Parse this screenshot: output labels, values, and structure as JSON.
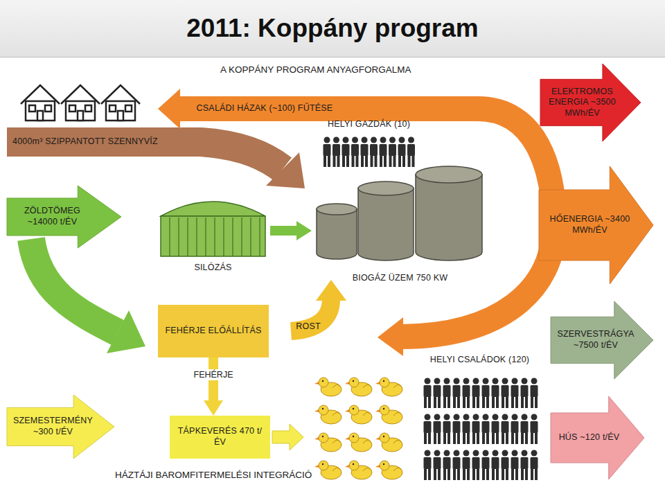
{
  "diagram": {
    "title": "2011: Koppány program",
    "nodes": [
      {
        "text": [
          "4000m³ SZIPPANTOTT SZENNYVÍZ"
        ]
      },
      {
        "text": [
          "CSALÁDI HÁZAK (~100) FŰTÉSE"
        ]
      },
      {
        "text": [
          "ELEKTROMOS ENERGIA ~3500 MWh/ÉV"
        ]
      },
      {
        "text": [
          "HELYI GAZDÁK (10)"
        ]
      },
      {
        "text": [
          "ZÖLDTÖMEG ~14000 t/ÉV"
        ]
      },
      {
        "text": [
          "SILÓZÁS"
        ]
      },
      {
        "text": [
          "BIOGÁZ ÜZEM 750 KW"
        ]
      },
      {
        "text": [
          "HŐENERGIA ~3400 MWh/ÉV"
        ]
      },
      {
        "text": [
          "FEHÉRJE ELŐÁLLÍTÁS"
        ]
      },
      {
        "text": [
          "ROST"
        ]
      },
      {
        "text": [
          "SZERVESTRÁGYA ~7500 t/ÉV"
        ]
      },
      {
        "text": [
          "HELYI CSALÁDOK (120)"
        ]
      },
      {
        "text": [
          "SZEMESTERMÉNY ~300 t/ÉV"
        ]
      },
      {
        "text": [
          "TÁPKEVERÉS 470 t/ÉV"
        ]
      },
      {
        "text": [
          "HÚS ~120 t/ÉV"
        ]
      }
    ],
    "edges": [
      {
        "from": 5,
        "to": 6,
        "arrow": "to"
      },
      {
        "from": 8,
        "to": 13,
        "label": "FEHÉRJE",
        "arrow": "to"
      }
    ],
    "labels": [
      "A KOPPÁNY PROGRAM ANYAGFORGALMA",
      "HÁZTÁJI BAROMFITERMELÉSI INTEGRÁCIÓ"
    ]
  }
}
